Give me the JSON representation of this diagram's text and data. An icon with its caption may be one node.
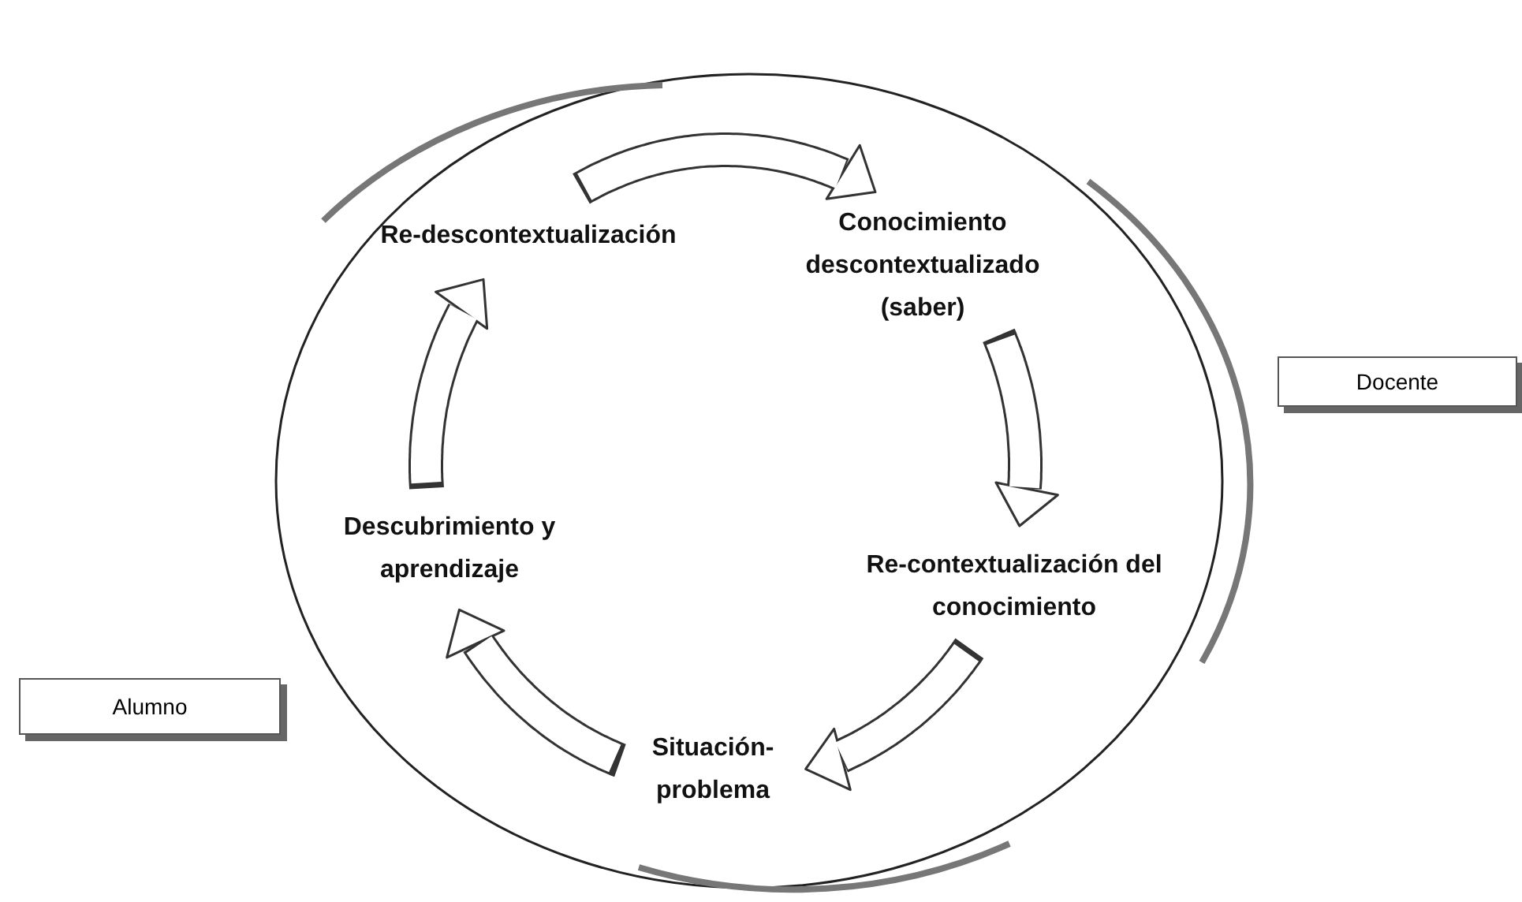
{
  "diagram": {
    "nodes": [
      {
        "text": [
          "Re-descontextualización"
        ]
      },
      {
        "text": [
          "Conocimiento descontextualizado (saber)"
        ]
      },
      {
        "text": [
          "Re-contextualización del conocimiento"
        ]
      },
      {
        "text": [
          "Situación-problema"
        ]
      },
      {
        "text": [
          "Descubrimiento y aprendizaje"
        ]
      },
      {
        "text": [
          "Docente"
        ]
      },
      {
        "text": [
          "Alumno"
        ]
      }
    ],
    "edges": [
      {
        "from": 0,
        "to": 1,
        "arrow": "to"
      },
      {
        "from": 1,
        "to": 2,
        "arrow": "to"
      },
      {
        "from": 2,
        "to": 3,
        "arrow": "to"
      },
      {
        "from": 3,
        "to": 4,
        "arrow": "to"
      },
      {
        "from": 4,
        "to": 0,
        "arrow": "to"
      }
    ]
  }
}
